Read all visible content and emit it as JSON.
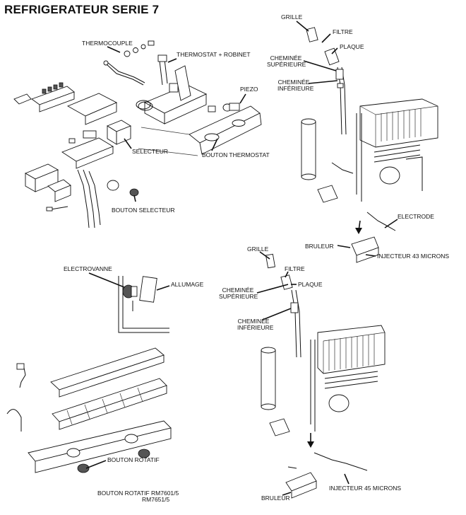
{
  "title": "REFRIGERATEUR SERIE 7",
  "labels": {
    "thermocouple": "THERMOCOUPLE",
    "thermostat_robinet": "THERMOSTAT + ROBINET",
    "piezo": "PIEZO",
    "selecteur": "SELECTEUR",
    "bouton_thermostat": "BOUTON THERMOSTAT",
    "bouton_selecteur": "BOUTON SELECTEUR",
    "grille_1": "GRILLE",
    "filtre_1": "FILTRE",
    "plaque_1": "PLAQUE",
    "cheminee_sup_1_line1": "CHEMINÉE",
    "cheminee_sup_1_line2": "SUPÉRIEURE",
    "cheminee_inf_1_line1": "CHEMINÉE",
    "cheminee_inf_1_line2": "INFÉRIEURE",
    "electrode": "ELECTRODE",
    "bruleur_1": "BRULEUR",
    "injecteur_43": "INJECTEUR 43 MICRONS",
    "electrovanne": "ELECTROVANNE",
    "allumage": "ALLUMAGE",
    "grille_2": "GRILLE",
    "filtre_2": "FILTRE",
    "plaque_2": "PLAQUE",
    "cheminee_sup_2_line1": "CHEMINÉE",
    "cheminee_sup_2_line2": "SUPÉRIEURE",
    "cheminee_inf_2_line1": "CHEMINÉE",
    "cheminee_inf_2_line2": "INFÉRIEURE",
    "bouton_rotatif": "BOUTON ROTATIF",
    "bouton_rotatif_models_line1": "BOUTON ROTATIF  RM7601/5",
    "bouton_rotatif_models_line2": "RM7651/5",
    "bruleur_2": "BRULEUR",
    "injecteur_45": "INJECTEUR 45 MICRONS"
  }
}
